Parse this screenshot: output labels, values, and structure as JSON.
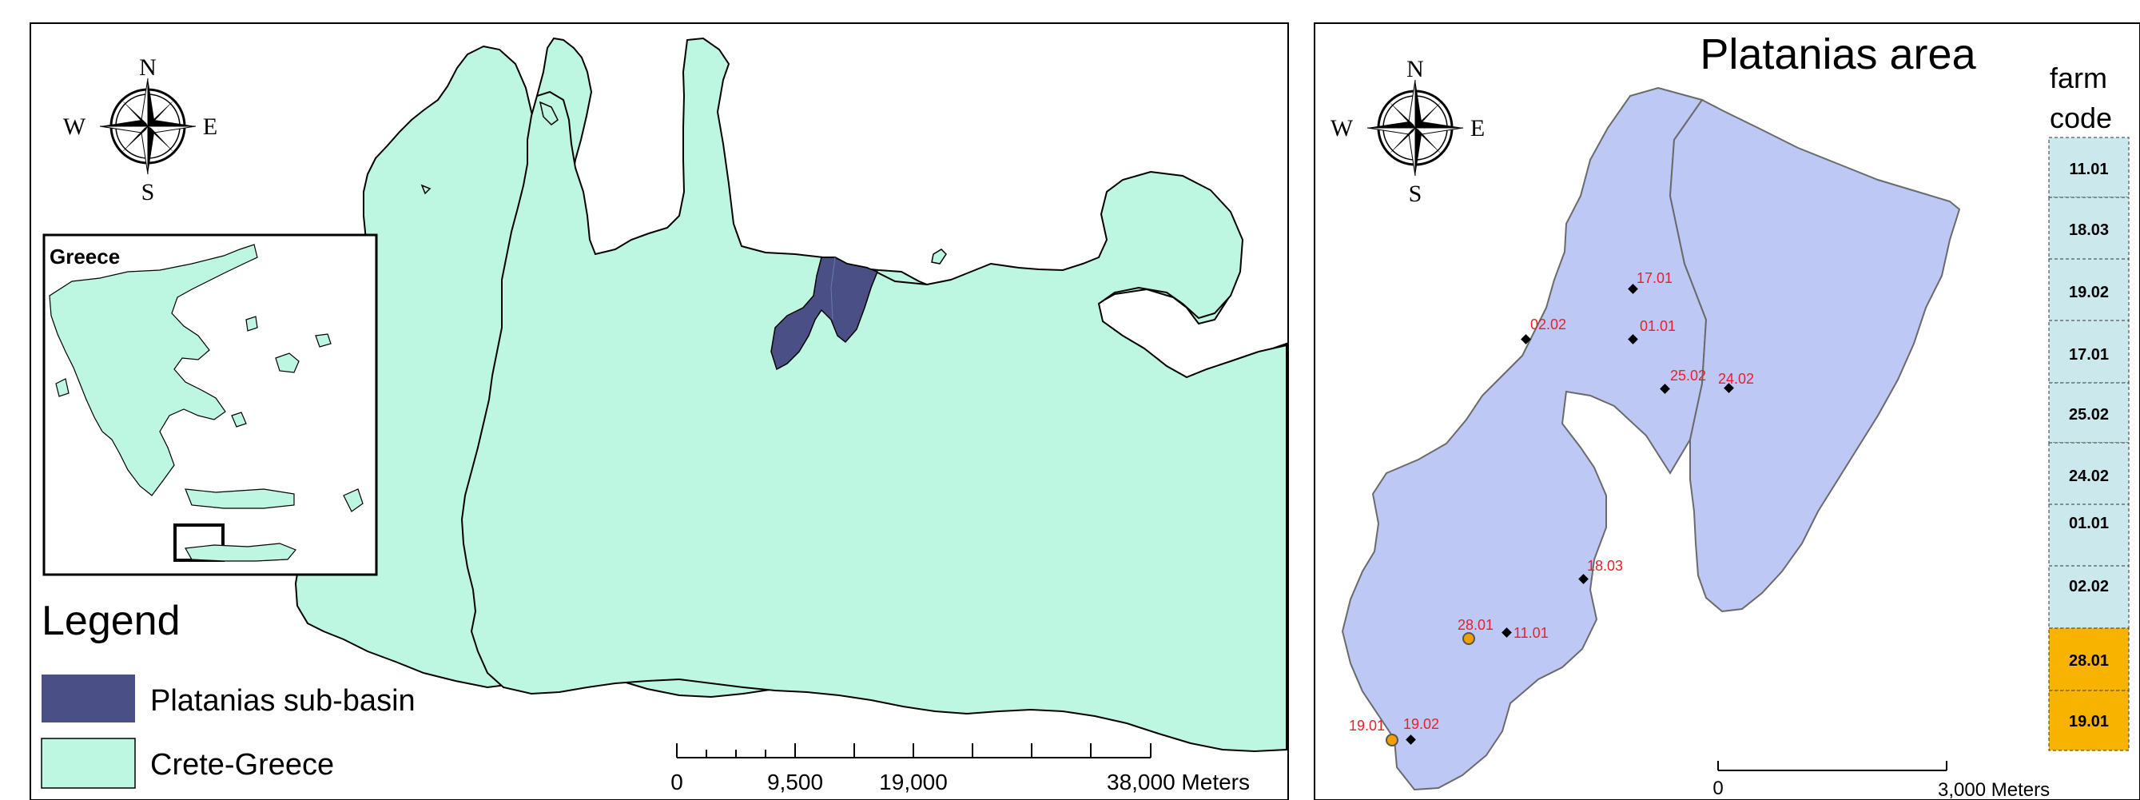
{
  "left_map": {
    "compass": {
      "n": "N",
      "s": "S",
      "e": "E",
      "w": "W"
    },
    "inset_title": "Greece",
    "legend": {
      "title": "Legend",
      "items": [
        {
          "label": "Platanias sub-basin",
          "color": "#4a4f86"
        },
        {
          "label": "Crete-Greece",
          "color": "#bdf6e1"
        }
      ]
    },
    "scale": {
      "ticks": [
        "0",
        "9,500",
        "19,000",
        "38,000 Meters"
      ]
    }
  },
  "right_map": {
    "title": "Platanias area",
    "compass": {
      "n": "N",
      "s": "S",
      "e": "E",
      "w": "W"
    },
    "farms": [
      {
        "code": "17.01",
        "highlight": false
      },
      {
        "code": "02.02",
        "highlight": false
      },
      {
        "code": "01.01",
        "highlight": false
      },
      {
        "code": "25.02",
        "highlight": false
      },
      {
        "code": "24.02",
        "highlight": false
      },
      {
        "code": "18.03",
        "highlight": false
      },
      {
        "code": "28.01",
        "highlight": true
      },
      {
        "code": "11.01",
        "highlight": false
      },
      {
        "code": "19.01",
        "highlight": true
      },
      {
        "code": "19.02",
        "highlight": false
      }
    ],
    "farm_code_header": [
      "farm",
      "code"
    ],
    "farm_codes": [
      {
        "code": "11.01",
        "highlight": false
      },
      {
        "code": "18.03",
        "highlight": false
      },
      {
        "code": "19.02",
        "highlight": false
      },
      {
        "code": "17.01",
        "highlight": false
      },
      {
        "code": "25.02",
        "highlight": false
      },
      {
        "code": "24.02",
        "highlight": false
      },
      {
        "code": "01.01",
        "highlight": false
      },
      {
        "code": "02.02",
        "highlight": false
      },
      {
        "code": "28.01",
        "highlight": true
      },
      {
        "code": "19.01",
        "highlight": true
      }
    ],
    "scale": {
      "ticks": [
        "0",
        "3,000 Meters"
      ]
    }
  },
  "colors": {
    "crete": "#bdf6e1",
    "basin": "#4a4f86",
    "area": "#bdc8f5",
    "table": "#cbe9ec",
    "highlight": "#f7b300",
    "label_red": "#e8202a"
  }
}
